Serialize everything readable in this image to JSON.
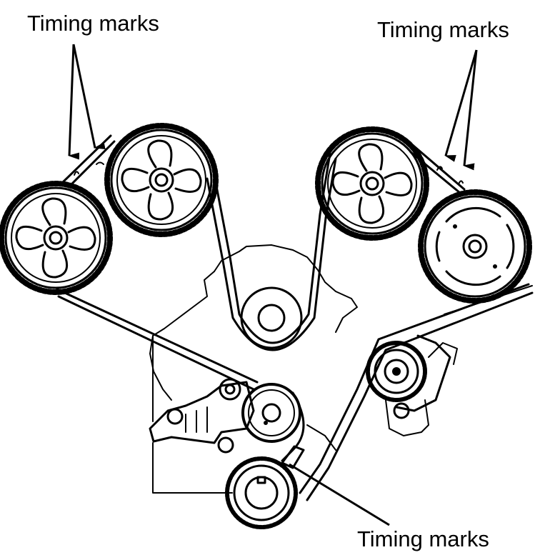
{
  "labels": {
    "top_left": "Timing marks",
    "top_right": "Timing marks",
    "bottom": "Timing marks"
  },
  "colors": {
    "ink": "#000000",
    "paper": "#ffffff"
  }
}
